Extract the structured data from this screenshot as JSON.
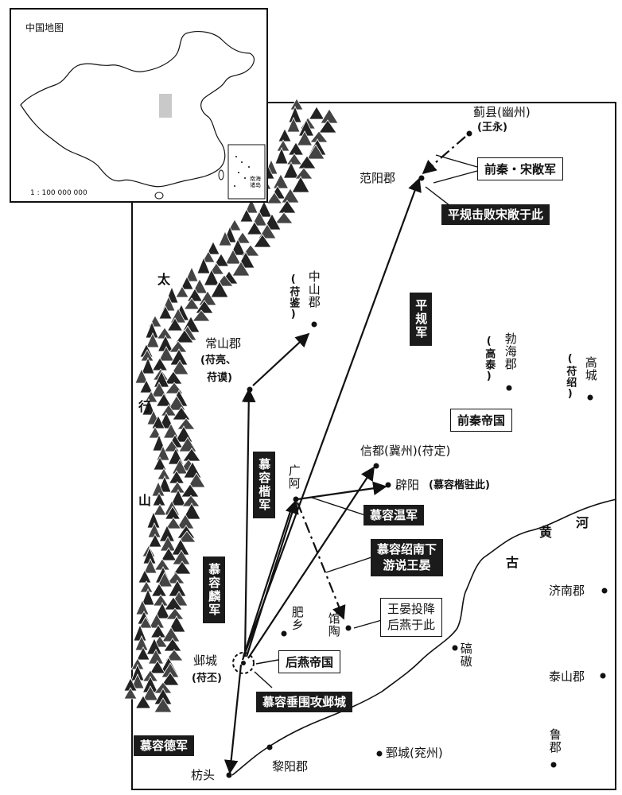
{
  "inset": {
    "title": "中国地图",
    "scale": "1 : 100 000 000",
    "south_sea_label": "南海诸岛"
  },
  "mountains": {
    "chars": [
      "太",
      "行",
      "山"
    ]
  },
  "river": {
    "label": "古黄河",
    "chars": [
      "古",
      "黄",
      "河"
    ]
  },
  "places": {
    "jixian": "蓟县(幽州)",
    "jixian_sub": "(王永)",
    "fanyang": "范阳郡",
    "zhongshan": "中山郡",
    "zhongshan_sub": "(苻鉴)",
    "changshan": "常山郡",
    "changshan_sub1": "(苻亮、",
    "changshan_sub2": "苻谟)",
    "bohai": "勃海郡",
    "bohai_sub": "(高泰)",
    "gaocheng": "高城",
    "gaocheng_sub": "(苻绍)",
    "xindu": "信都(冀州)(苻定)",
    "guanga": "广阿",
    "biyang": "辟阳",
    "biyang_sub": "(慕容楷驻此)",
    "feixiang": "肥乡",
    "guantao": "馆陶",
    "yecheng": "邺城",
    "yecheng_sub": "(苻丕)",
    "qiao": "碻磝",
    "jinan": "济南郡",
    "taishan": "泰山郡",
    "lu": "鲁郡",
    "juancheng": "鄄城(兖州)",
    "liyang": "黎阳郡",
    "fangtou": "枋头"
  },
  "labels": {
    "qianqin_songchang": "前秦・宋敞军",
    "pinggui_defeat": "平规击败宋敞于此",
    "pinggui_army": "平规军",
    "qianqin_empire": "前秦帝国",
    "murong_kai": "慕容楷军",
    "murong_wen": "慕容温军",
    "murong_shao_1": "慕容绍南下",
    "murong_shao_2": "游说王晏",
    "wang_yan_1": "王晏投降",
    "wang_yan_2": "后燕于此",
    "murong_lin": "慕容麟军",
    "houyan": "后燕帝国",
    "murong_chui": "慕容垂围攻邺城",
    "murong_de": "慕容德军"
  }
}
